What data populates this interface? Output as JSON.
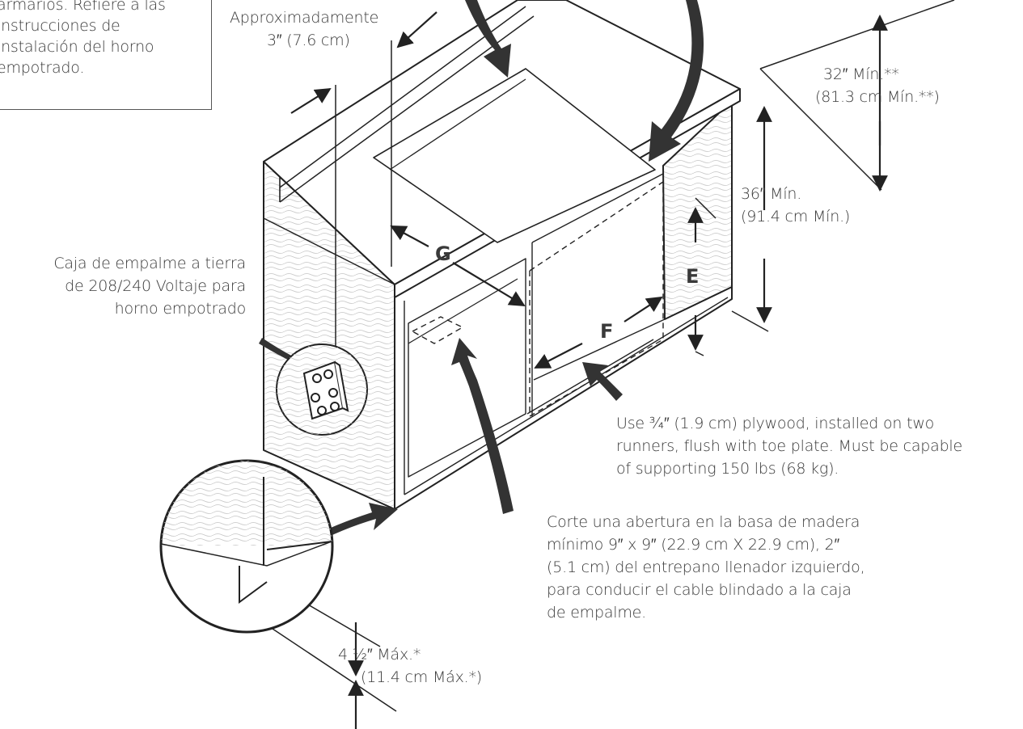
{
  "note_box": {
    "lines": [
      "armarios. Refiere a las",
      "instrucciones de",
      "instalación del horno",
      "empotrado."
    ]
  },
  "dims": {
    "approx_label": "Approximadamente",
    "approx_value": "3″ (7.6 cm)",
    "min32_in": "32″ Mín.**",
    "min32_cm": "(81.3 cm Mín.**)",
    "min36_in": "36″ Mín.",
    "min36_cm": "(91.4 cm Mín.)",
    "max45_in": "4 ½″ Máx.*",
    "max45_cm": "(11.4 cm Máx.*)"
  },
  "junction": {
    "lines": [
      "Caja de empalme a tierra",
      "de 208/240 Voltaje para",
      "horno empotrado"
    ]
  },
  "plywood": {
    "lines": [
      "Use ¾″ (1.9 cm) plywood, installed on two",
      "runners, flush with toe plate.  Must be capable",
      "of supporting 150 lbs (68 kg)."
    ]
  },
  "opening": {
    "lines": [
      "Corte una abertura en la basa de madera",
      "mínimo 9″ x 9″ (22.9 cm X 22.9 cm), 2″",
      "(5.1 cm) del entrepano llenador izquierdo,",
      "para conducir el cable blindado a la caja",
      "de empalme."
    ]
  },
  "letters": {
    "g": "G",
    "e": "E",
    "f": "F"
  },
  "colors": {
    "ink": "#333333",
    "texture": "#bdbdbd",
    "paper": "#ffffff"
  }
}
